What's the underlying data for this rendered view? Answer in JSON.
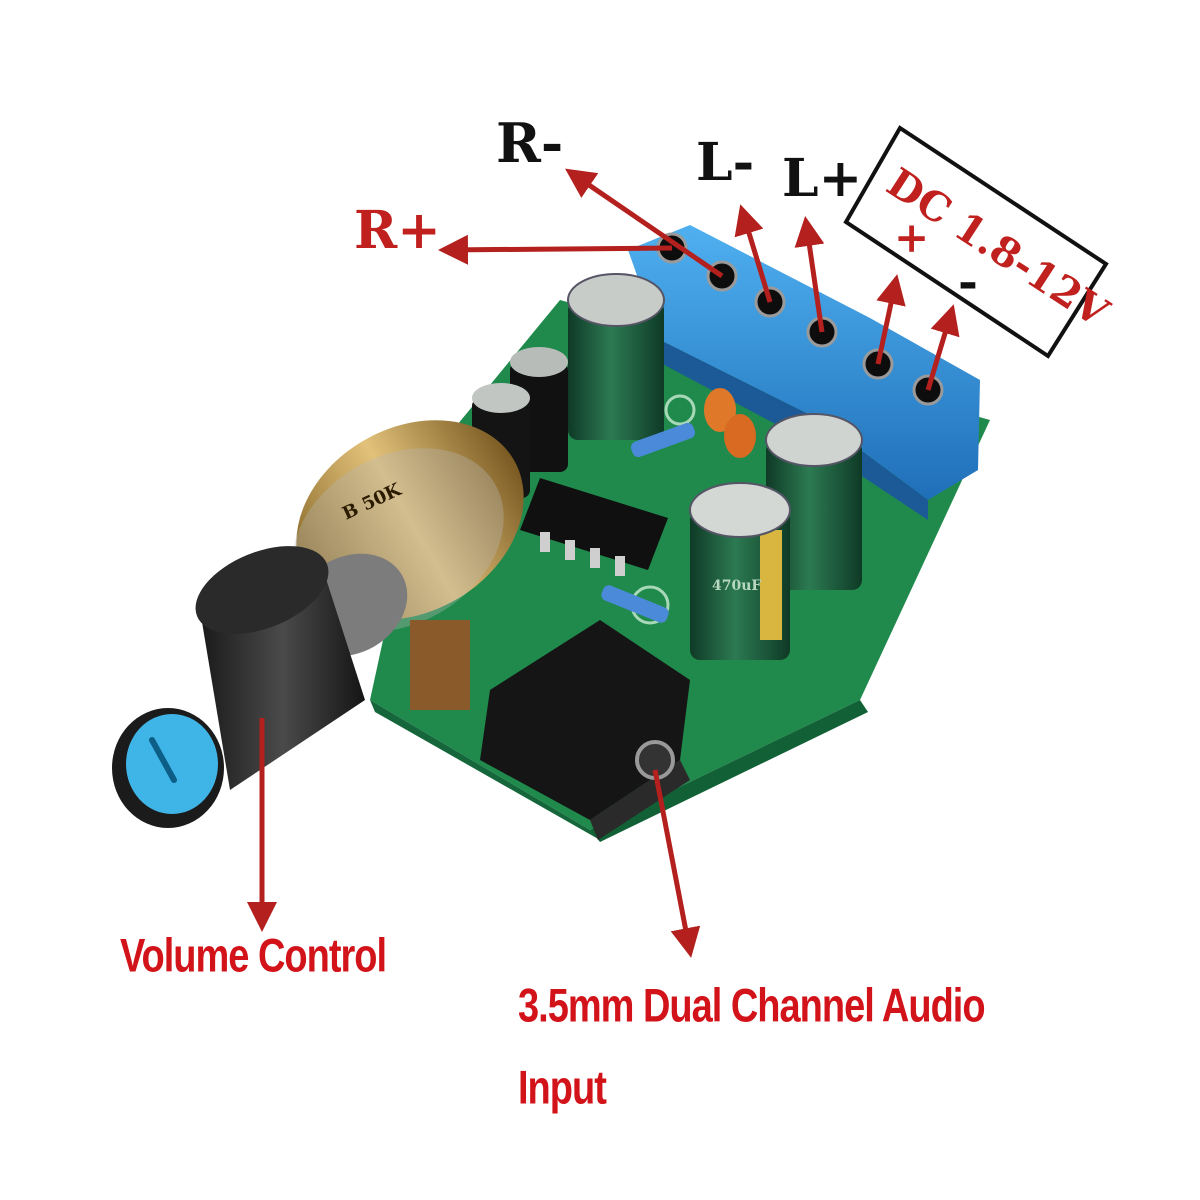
{
  "labels": {
    "r_minus": "R-",
    "r_plus": "R+",
    "l_minus": "L-",
    "l_plus": "L+",
    "dc_range": "DC 1.8-12V",
    "dc_plus": "+",
    "dc_minus": "-",
    "volume_control": "Volume Control",
    "audio_input_line1": "3.5mm Dual Channel Audio",
    "audio_input_line2": "Input"
  },
  "component_markings": {
    "potentiometer": "B 50K",
    "capacitor": "470uF"
  },
  "colors": {
    "arrow": "#b4201e",
    "label_red": "#c0201e",
    "callout_red": "#d2141a",
    "pcb_green": "#1f8a4c",
    "terminal_blue": "#2a8fd6",
    "capacitor_green": "#1e5a3c",
    "knob_blue": "#3fb4e6"
  }
}
